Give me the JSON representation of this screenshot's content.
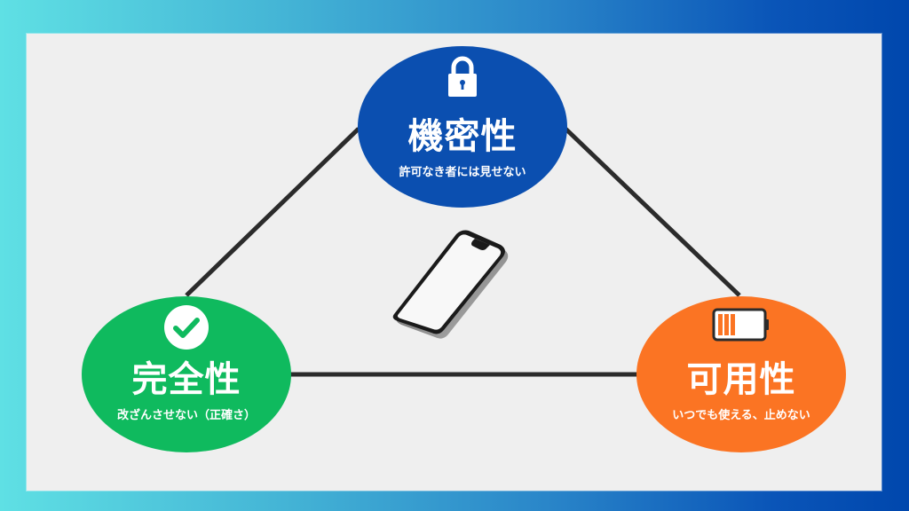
{
  "diagram": {
    "type": "triangle-relationship",
    "colors": {
      "background_gradient_start": "#5fe0e4",
      "background_gradient_end": "#0047ad",
      "panel": "#efefef",
      "line": "#2b2b2b"
    },
    "nodes": [
      {
        "id": "confidentiality",
        "title": "機密性",
        "subtitle": "許可なき者には見せない",
        "icon": "lock-icon",
        "color": "#0b4fb0"
      },
      {
        "id": "integrity",
        "title": "完全性",
        "subtitle": "改ざんさせない（正確さ）",
        "icon": "checkmark-circle-icon",
        "color": "#0fba5e"
      },
      {
        "id": "availability",
        "title": "可用性",
        "subtitle": "いつでも使える、止めない",
        "icon": "battery-icon",
        "color": "#fb7423"
      }
    ],
    "edges": [
      {
        "from": "confidentiality",
        "to": "integrity"
      },
      {
        "from": "confidentiality",
        "to": "availability"
      },
      {
        "from": "integrity",
        "to": "availability"
      }
    ],
    "center_image": "smartphone"
  }
}
